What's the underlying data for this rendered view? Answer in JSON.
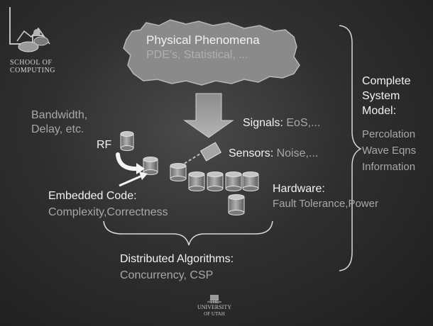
{
  "logo": {
    "line1": "SCHOOL OF",
    "line2": "COMPUTING"
  },
  "cloud": {
    "title": "Physical Phenomena",
    "subtitle": "PDE's, Statistical, ..."
  },
  "labels": {
    "bandwidth_line1": "Bandwidth,",
    "bandwidth_line2": "Delay, etc.",
    "rf": "RF",
    "signals_label": "Signals:",
    "signals_detail": "EoS,...",
    "sensors_label": "Sensors:",
    "sensors_detail": "Noise,...",
    "hardware_label": "Hardware:",
    "hardware_detail": "Fault Tolerance,Power",
    "embedded_label": "Embedded Code:",
    "embedded_detail": "Complexity,Correctness",
    "distributed_label": "Distributed Algorithms:",
    "distributed_detail": "Concurrency, CSP"
  },
  "system_model": {
    "line1": "Complete",
    "line2": "System",
    "line3": "Model:",
    "items": [
      "Percolation",
      "Wave Eqns",
      "Information"
    ]
  },
  "footer": {
    "line1": "THE",
    "line2": "UNIVERSITY",
    "line3": "OF UTAH"
  },
  "colors": {
    "background": "#2f2f2f",
    "cloud_fill": "#8a8a8a",
    "text_white": "#f2f2f2",
    "text_gray": "#a8a8a8"
  }
}
